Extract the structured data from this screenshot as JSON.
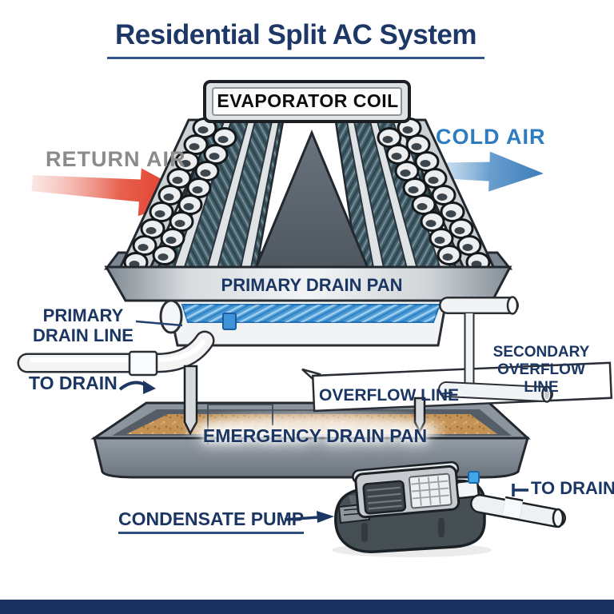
{
  "title": "Residential Split AC System",
  "labels": {
    "evaporator_coil": "EVAPORATOR COIL",
    "return_air": "RETURN AIR",
    "cold_air": "COLD AIR",
    "primary_drain_pan": "PRIMARY DRAIN PAN",
    "primary_drain_line": "PRIMARY DRAIN LINE",
    "to_drain_left": "TO DRAIN",
    "secondary_overflow_line": "SECONDARY OVERFLOW LINE",
    "overflow_line": "OVERFLOW LINE",
    "emergency_drain_pan": "EMERGENCY DRAIN PAN",
    "to_drain_right": "TO DRAIN",
    "condensate_pump": "CONDENSATE PUMP"
  },
  "colors": {
    "title_navy": "#1d3766",
    "label_navy": "#1c3664",
    "return_air_gray": "#8b8b8b",
    "red_arrow": "#df3322",
    "cold_air_blue": "#2e7cc0",
    "blue_arrow": "#3c7cba",
    "water_blue": "#4b9bd8",
    "coil_fin_teal": "#47616c",
    "pan_gray": "#8c959e",
    "emergency_pan_tan": "#c49255",
    "pump_dark": "#454f54",
    "bottom_bar_navy": "#19325f"
  }
}
